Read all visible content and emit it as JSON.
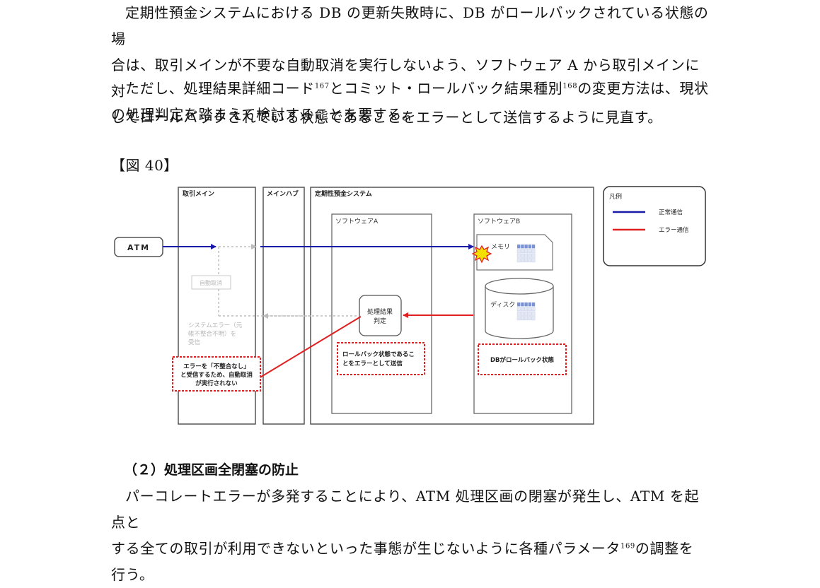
{
  "para1": {
    "lines": [
      "定期性預金システムにおける DB の更新失敗時に、DB がロールバックされている状態の場",
      "合は、取引メインが不要な自動取消を実行しないよう、ソフトウェア A から取引メインに対",
      "してロールバックされている状態であることをエラーとして送信するように見直す。"
    ]
  },
  "para2": {
    "line1_a": "ただし、処理結果詳細コード",
    "fn1": "167",
    "line1_b": "とコミット・ロールバック結果種別",
    "fn2": "168",
    "line1_c": "の変更方法は、現状",
    "line2": "の処理判定を踏まえて検討することを要する。"
  },
  "figure_label": "【図 40】",
  "diagram": {
    "atm": "ATM",
    "lane_torihiki": "取引メイン",
    "lane_mainhub": "メインハブ",
    "lane_system": "定期性預金システム",
    "software_a": "ソフトウェアA",
    "software_b": "ソフトウェアB",
    "memory": "メモリ",
    "disk": "ディスク",
    "auto_cancel": "自動取消",
    "system_error_lines": [
      "システムエラー（元",
      "帳不整合不明）を",
      "受信"
    ],
    "process_result_lines": [
      "処理結果",
      "判定"
    ],
    "note_error_lines": [
      "エラーを「不整合なし」",
      "と受信するため、自動取消",
      "が実行されない"
    ],
    "note_rollback_lines": [
      "ロールバック状態であるこ",
      "とをエラーとして送信"
    ],
    "note_db": "DBがロールバック状態",
    "legend_title": "凡例",
    "legend_normal": "正常通信",
    "legend_error": "エラー通信",
    "colors": {
      "normal": "#1a1aa8",
      "error": "#e02020",
      "faded": "#bdbdbd",
      "cells": "#7b93d4"
    }
  },
  "section_heading": "（２）処理区画全閉塞の防止",
  "para3": {
    "line1": "パーコレートエラーが多発することにより、ATM 処理区画の閉塞が発生し、ATM を起点と",
    "line2_a": "する全ての取引が利用できないといった事態が生じないように各種パラメータ",
    "fn": "169",
    "line2_b": "の調整を",
    "line3": "行う。"
  }
}
